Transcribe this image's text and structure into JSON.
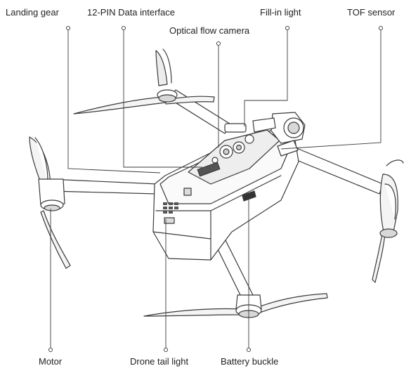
{
  "labels": {
    "landing_gear": "Landing gear",
    "data_interface": "12-PIN Data interface",
    "fill_in_light": "Fill-in light",
    "tof_sensor": "TOF sensor",
    "optical_flow_camera": "Optical flow camera",
    "motor": "Motor",
    "drone_tail_light": "Drone tail light",
    "battery_buckle": "Battery buckle"
  },
  "colors": {
    "line": "#3a3a3a",
    "text": "#222222",
    "fill": "#ffffff",
    "shade": "#d8d8d8"
  }
}
